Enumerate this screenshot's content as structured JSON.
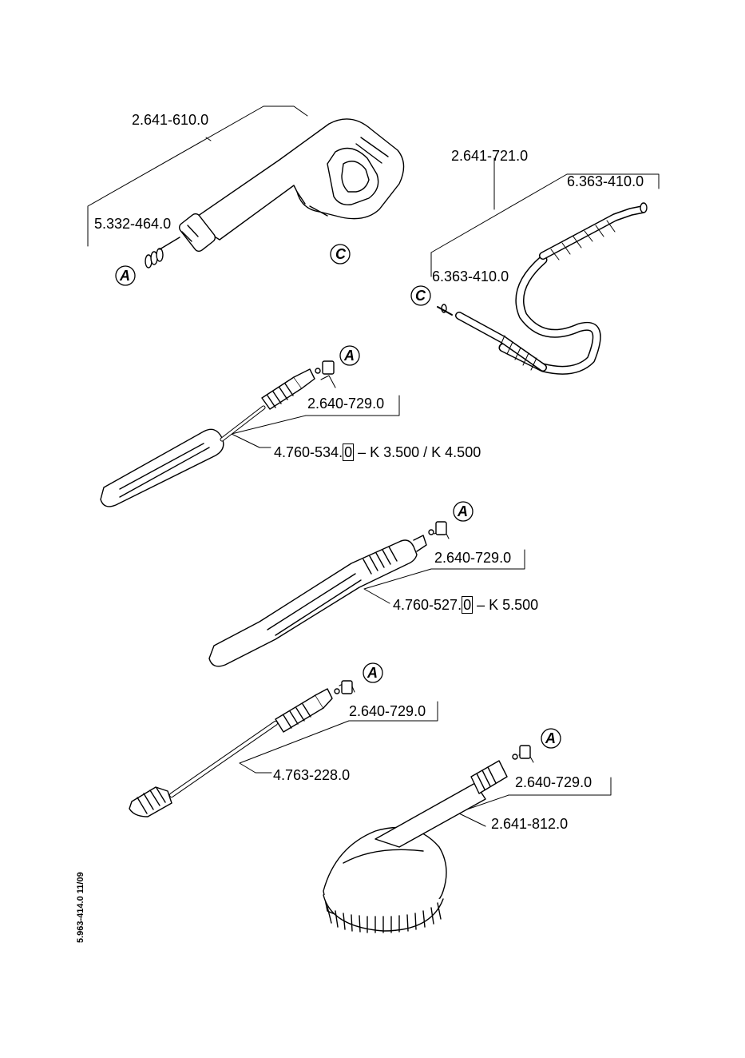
{
  "parts": {
    "gun": "2.641-610.0",
    "gun_insert": "5.332-464.0",
    "hose": "2.641-721.0",
    "hose_oring_top": "6.363-410.0",
    "hose_oring_bottom": "6.363-410.0",
    "lance1_nozzle": "2.640-729.0",
    "lance1": "4.760-534.",
    "lance1_boxed": "0",
    "lance1_models": "K 3.500 / K 4.500",
    "lance2_nozzle": "2.640-729.0",
    "lance2": "4.760-527.",
    "lance2_boxed": "0",
    "lance2_models": "K 5.500",
    "lance3_nozzle": "2.640-729.0",
    "lance3": "4.763-228.0",
    "brush_nozzle": "2.640-729.0",
    "brush": "2.641-812.0"
  },
  "callouts": {
    "a": "A",
    "c": "C"
  },
  "document_code": "5.963-414.0  11/09"
}
